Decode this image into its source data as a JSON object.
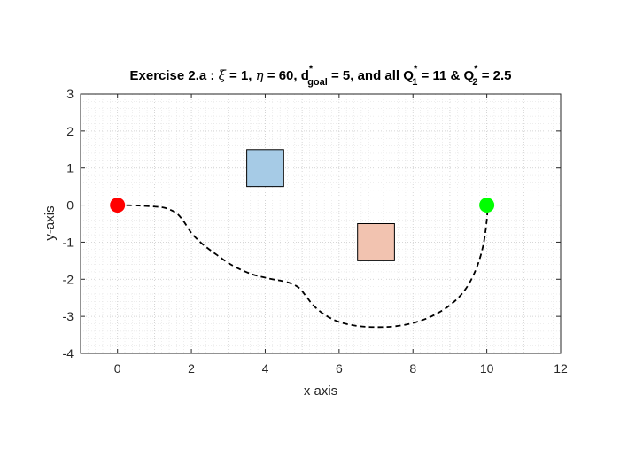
{
  "chart_data": {
    "type": "scatter",
    "title": {
      "prefix": "Exercise 2.a : ",
      "xi_symbol": "ξ",
      "xi_value": " = 1, ",
      "eta_symbol": "η",
      "eta_value": " = 60, d",
      "goal_star": "*",
      "goal_sub": "goal",
      "goal_value": " = 5, and all Q",
      "q1_star": "*",
      "q1_sub": "1",
      "q1_value": " = 11 & Q",
      "q2_star": "*",
      "q2_sub": "2",
      "q2_value": " = 2.5"
    },
    "xlabel": "x axis",
    "ylabel": "y-axis",
    "xlim": [
      -1,
      12
    ],
    "ylim": [
      -4,
      3
    ],
    "xticks": [
      0,
      2,
      4,
      6,
      8,
      10,
      12
    ],
    "yticks": [
      -4,
      -3,
      -2,
      -1,
      0,
      1,
      2,
      3
    ],
    "grid": true,
    "minor_grid": true,
    "start_point": {
      "x": 0,
      "y": 0,
      "color": "#ff0000"
    },
    "goal_point": {
      "x": 10,
      "y": 0,
      "color": "#00ff00"
    },
    "obstacles": [
      {
        "x_range": [
          3.5,
          4.5
        ],
        "y_range": [
          0.5,
          1.5
        ],
        "color": "#a6cbe6"
      },
      {
        "x_range": [
          6.5,
          7.5
        ],
        "y_range": [
          -1.5,
          -0.5
        ],
        "color": "#f2c3b0"
      }
    ],
    "path": {
      "style": "dashed",
      "color": "#000000",
      "points": [
        [
          0.0,
          0.0
        ],
        [
          0.5,
          -0.01
        ],
        [
          1.0,
          -0.04
        ],
        [
          1.3,
          -0.08
        ],
        [
          1.6,
          -0.22
        ],
        [
          1.8,
          -0.45
        ],
        [
          2.0,
          -0.75
        ],
        [
          2.3,
          -1.05
        ],
        [
          2.7,
          -1.35
        ],
        [
          3.1,
          -1.62
        ],
        [
          3.6,
          -1.85
        ],
        [
          4.1,
          -1.98
        ],
        [
          4.6,
          -2.08
        ],
        [
          4.9,
          -2.22
        ],
        [
          5.1,
          -2.45
        ],
        [
          5.3,
          -2.7
        ],
        [
          5.6,
          -2.95
        ],
        [
          6.0,
          -3.15
        ],
        [
          6.5,
          -3.26
        ],
        [
          7.0,
          -3.29
        ],
        [
          7.5,
          -3.27
        ],
        [
          8.0,
          -3.18
        ],
        [
          8.5,
          -3.0
        ],
        [
          9.0,
          -2.7
        ],
        [
          9.4,
          -2.3
        ],
        [
          9.7,
          -1.75
        ],
        [
          9.9,
          -1.1
        ],
        [
          10.0,
          -0.4
        ],
        [
          10.02,
          0.0
        ]
      ]
    }
  }
}
